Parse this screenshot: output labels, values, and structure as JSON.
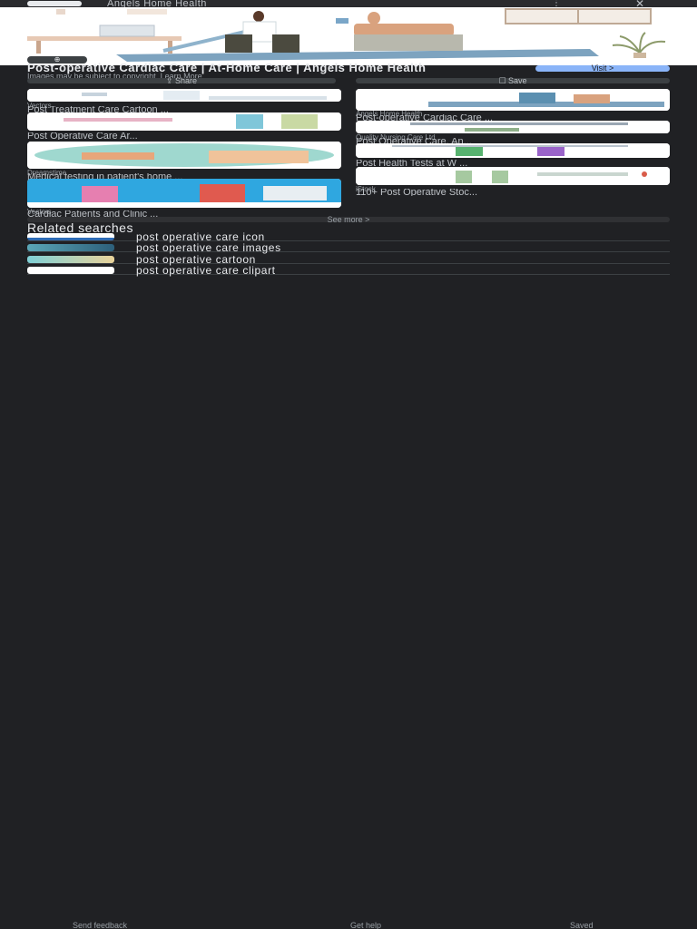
{
  "header": {
    "site_title": "Angels Home Health",
    "more_icon": "more-vert-icon",
    "close_icon": "close-icon"
  },
  "hero": {
    "image_description_icon": "cardiac-care-illustration",
    "badge": "⊕"
  },
  "detail": {
    "title": "Post-operative Cardiac Care | At-Home Care | Angels Home Health",
    "subtitle": "Images may be subject to copyright. Learn More",
    "visit_label": "Visit  >",
    "share_label": "Share",
    "save_label": "Save"
  },
  "results": [
    {
      "caption": "Post Treatment Care Cartoon ...",
      "source": "Vectors"
    },
    {
      "caption": "Post-operative Cardiac Care ...",
      "source": "Angels Home Health"
    },
    {
      "caption": "Post Operative Care Ar...",
      "source": ""
    },
    {
      "caption": "Post Operative Care, An...",
      "source": "Quality Nursing Care Ltd"
    },
    {
      "caption": "Medical testing in patient's home ...",
      "source": "Dreamstime"
    },
    {
      "caption": "Post Health Tests at W ...",
      "source": ""
    },
    {
      "caption": "Cardiac Patients and Clinic ...",
      "source": "Vectors"
    },
    {
      "caption": "110+ Post Operative Stoc...",
      "source": "iStock"
    }
  ],
  "see_more_label": "See more  >",
  "related": {
    "heading": "Related searches",
    "items": [
      {
        "label": "post operative care icon"
      },
      {
        "label": "post operative care images"
      },
      {
        "label": "post operative cartoon"
      },
      {
        "label": "post operative care clipart"
      }
    ]
  },
  "footer": {
    "feedback": "Send feedback",
    "help": "Get help",
    "saved": "Saved"
  },
  "colors": {
    "background": "#202124",
    "accent": "#8ab4f8",
    "text": "#e8eaed",
    "muted": "#9aa0a6"
  }
}
